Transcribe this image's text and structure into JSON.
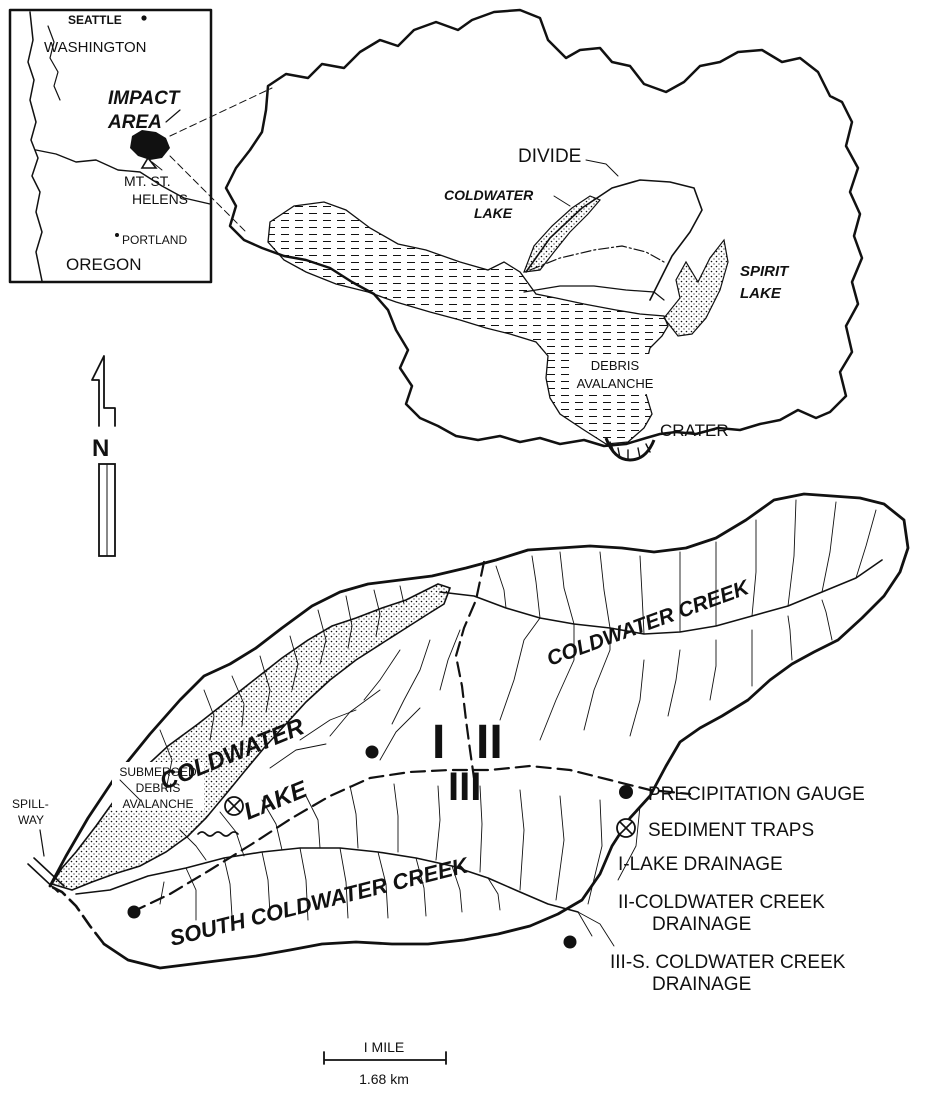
{
  "inset_map": {
    "city_1": "SEATTLE",
    "state_1": "WASHINGTON",
    "impact_line_1": "IMPACT",
    "impact_line_2": "AREA",
    "volcano_line_1": "MT. ST.",
    "volcano_line_2": "HELENS",
    "city_2": "PORTLAND",
    "state_2": "OREGON"
  },
  "impact_map": {
    "divide": "DIVIDE",
    "coldwater_line_1": "COLDWATER",
    "coldwater_line_2": "LAKE",
    "spirit_line_1": "SPIRIT",
    "spirit_line_2": "LAKE",
    "debris_line_1": "DEBRIS",
    "debris_line_2": "AVALANCHE",
    "crater": "CRATER"
  },
  "north_arrow": {
    "label": "N"
  },
  "detail_map": {
    "coldwater_creek": "COLDWATER CREEK",
    "coldwater_lake_line_1": "COLDWATER",
    "coldwater_lake_line_2": "LAKE",
    "south_coldwater_creek": "SOUTH COLDWATER CREEK",
    "submerged_line_1": "SUBMERGED",
    "submerged_line_2": "DEBRIS",
    "submerged_line_3": "AVALANCHE",
    "spillway_line_1": "SPILL-",
    "spillway_line_2": "WAY",
    "zone_1": "I",
    "zone_2": "II",
    "zone_3": "III"
  },
  "legend": {
    "items": [
      {
        "symbol": "filled-dot",
        "text": "PRECIPITATION GAUGE"
      },
      {
        "symbol": "circled-x",
        "text": "SEDIMENT TRAPS"
      },
      {
        "symbol": "none",
        "text": "I-LAKE DRAINAGE"
      },
      {
        "symbol": "none",
        "text": "II-COLDWATER CREEK",
        "text_2": "DRAINAGE"
      },
      {
        "symbol": "none",
        "text": "III-S. COLDWATER CREEK",
        "text_2": "DRAINAGE"
      }
    ]
  },
  "scale_bar": {
    "top_label": "I MILE",
    "bottom_label": "1.68 km"
  },
  "colors": {
    "ink": "#111111",
    "paper": "#ffffff"
  }
}
